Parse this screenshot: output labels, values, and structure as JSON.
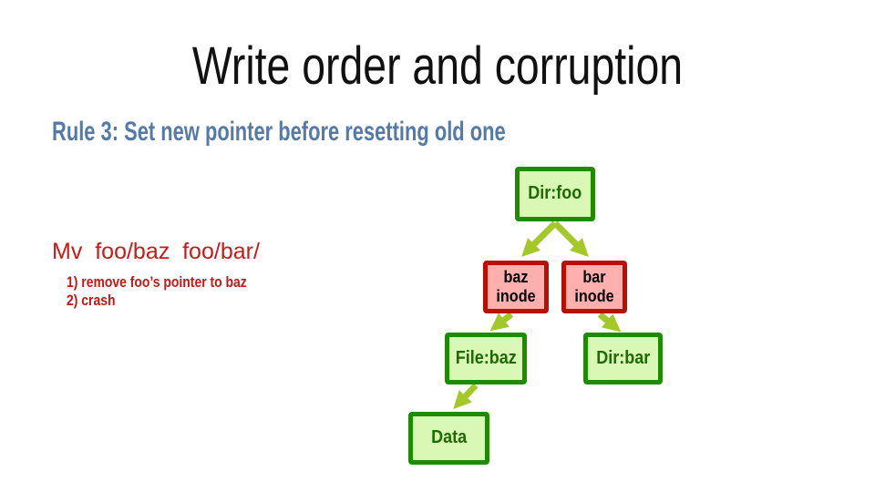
{
  "slide": {
    "title": "Write order and corruption",
    "rule_heading": "Rule 3: Set new pointer before resetting old one",
    "command": "Mv  foo/baz  foo/bar/",
    "steps": {
      "step1": "1) remove foo’s pointer to baz",
      "step2": "2) crash"
    }
  },
  "diagram": {
    "dir_foo": {
      "label": "Dir:foo"
    },
    "baz_inode": {
      "line1": "baz",
      "line2": "inode"
    },
    "bar_inode": {
      "line1": "bar",
      "line2": "inode"
    },
    "file_baz": {
      "label": "File:baz"
    },
    "dir_bar": {
      "label": "Dir:bar"
    },
    "data": {
      "label": "Data"
    }
  },
  "colors": {
    "title_text": "#111111",
    "rule_text": "#567aa8",
    "command_text": "#cc1818",
    "step_text": "#c81616",
    "green_node_border": "#1e8c00",
    "green_node_fill": "#d9f8b6",
    "green_node_text": "#1d6a00",
    "red_node_border": "#b90e00",
    "red_node_fill": "#ffb0ae",
    "red_node_text": "#000000",
    "arrow": "#a4c828"
  }
}
